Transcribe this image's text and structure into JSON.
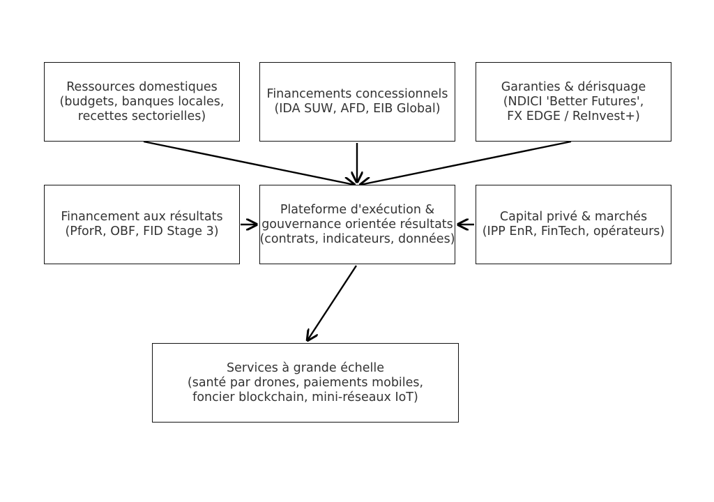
{
  "diagram": {
    "nodes": {
      "domestic": {
        "lines": [
          "Ressources domestiques",
          "(budgets, banques locales,",
          "recettes sectorielles)"
        ]
      },
      "concessional": {
        "lines": [
          "Financements concessionnels",
          "(IDA SUW, AFD, EIB Global)"
        ]
      },
      "guarantees": {
        "lines": [
          "Garanties & dérisquage",
          "(NDICI 'Better Futures',",
          "FX EDGE / ReInvest+)"
        ]
      },
      "results_finance": {
        "lines": [
          "Financement aux résultats",
          "(PforR, OBF, FID Stage 3)"
        ]
      },
      "platform": {
        "lines": [
          "Plateforme d'exécution &",
          "gouvernance orientée résultats",
          "(contrats, indicateurs, données)"
        ]
      },
      "private_capital": {
        "lines": [
          "Capital privé & marchés",
          "(IPP EnR, FinTech, opérateurs)"
        ]
      },
      "services": {
        "lines": [
          "Services à grande échelle",
          "(santé par drones, paiements mobiles,",
          "foncier blockchain, mini-réseaux IoT)"
        ]
      }
    },
    "edges": [
      {
        "from": "domestic",
        "to": "platform"
      },
      {
        "from": "concessional",
        "to": "platform"
      },
      {
        "from": "guarantees",
        "to": "platform"
      },
      {
        "from": "results_finance",
        "to": "platform"
      },
      {
        "from": "private_capital",
        "to": "platform"
      },
      {
        "from": "platform",
        "to": "services"
      }
    ]
  }
}
